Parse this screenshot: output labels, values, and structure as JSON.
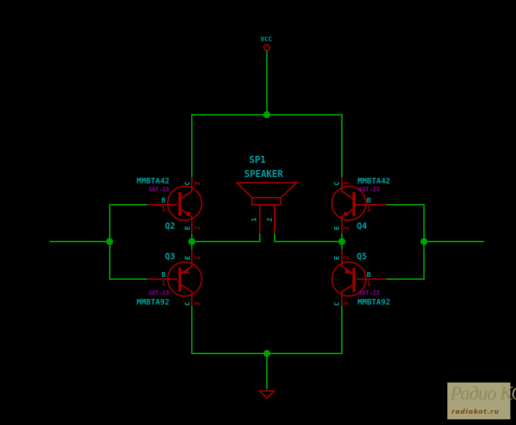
{
  "colors": {
    "background": "#000000",
    "wire": "#00a000",
    "component": "#a00000",
    "reference_text": "#00a0a0",
    "footprint_text": "#a000a0"
  },
  "power": {
    "vcc_label": "VCC",
    "gnd_symbol": "ground-triangle"
  },
  "speaker": {
    "ref": "SP1",
    "value": "SPEAKER",
    "pin1": "1",
    "pin2": "2"
  },
  "transistors": [
    {
      "ref": "Q2",
      "value": "MMBTA42",
      "footprint": "SOT-23",
      "type": "NPN",
      "pin_b": "B",
      "pin_c": "C",
      "pin_e": "E",
      "num_b": "1",
      "num_c": "3",
      "num_e": "2"
    },
    {
      "ref": "Q3",
      "value": "MMBTA92",
      "footprint": "SOT-23",
      "type": "PNP",
      "pin_b": "B",
      "pin_c": "C",
      "pin_e": "E",
      "num_b": "1",
      "num_c": "3",
      "num_e": "2"
    },
    {
      "ref": "Q4",
      "value": "MMBTA42",
      "footprint": "SOT-23",
      "type": "NPN",
      "pin_b": "B",
      "pin_c": "C",
      "pin_e": "E",
      "num_b": "1",
      "num_c": "3",
      "num_e": "2"
    },
    {
      "ref": "Q5",
      "value": "MMBTA92",
      "footprint": "SOT-23",
      "type": "PNP",
      "pin_b": "B",
      "pin_c": "C",
      "pin_e": "E",
      "num_b": "1",
      "num_c": "3",
      "num_e": "2"
    }
  ],
  "watermark": {
    "main": "Радио КОТ",
    "url": "radiokot.ru"
  }
}
